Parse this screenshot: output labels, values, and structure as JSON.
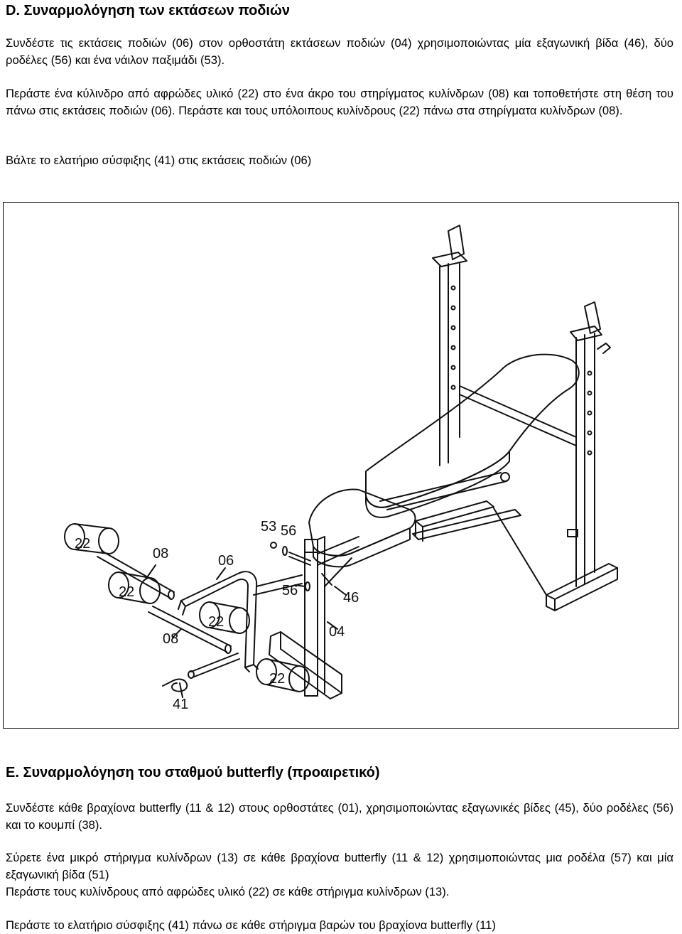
{
  "section_d": {
    "title": "D. Συναρμολόγηση των εκτάσεων ποδιών",
    "para1": "Συνδέστε τις εκτάσεις ποδιών (06) στον ορθοστάτη εκτάσεων ποδιών (04) χρησιμοποιώντας μία εξαγωνική βίδα (46), δύο ροδέλες (56) και ένα νάιλον παξιμάδι (53).",
    "para2": "Περάστε ένα κύλινδρο από αφρώδες υλικό (22) στο ένα άκρο του στηρίγματος κυλίνδρων (08) και τοποθετήστε στη θέση του πάνω στις εκτάσεις ποδιών (06). Περάστε και τους υπόλοιπους κυλίνδρους (22) πάνω στα στηρίγματα κυλίνδρων (08).",
    "para3": "Βάλτε το ελατήριο σύσφιξης (41) στις εκτάσεις ποδιών (06)"
  },
  "figure": {
    "labels": {
      "l22a": "22",
      "l08a": "08",
      "l06": "06",
      "l22b": "22",
      "l22c": "22",
      "l08b": "08",
      "l41": "41",
      "l53": "53",
      "l56a": "56",
      "l56b": "56",
      "l46": "46",
      "l04": "04",
      "l22d": "22"
    }
  },
  "section_e": {
    "title": "E. Συναρμολόγηση του σταθμού butterfly (προαιρετικό)",
    "para1": "Συνδέστε κάθε βραχίονα butterfly (11 & 12) στους ορθοστάτες (01), χρησιμοποιώντας εξαγωνικές βίδες (45), δύο ροδέλες (56) και το κουμπί (38).",
    "para2": "Σύρετε ένα μικρό στήριγμα κυλίνδρων (13) σε κάθε βραχίονα butterfly (11 & 12) χρησιμοποιώντας μια ροδέλα (57) και μία εξαγωνική βίδα (51)",
    "para3": "Περάστε τους κυλίνδρους από αφρώδες υλικό (22) σε κάθε στήριγμα κυλίνδρων (13).",
    "para4": "Περάστε το ελατήριο σύσφιξης (41) πάνω σε κάθε στήριγμα βαρών του βραχίονα butterfly (11)"
  }
}
